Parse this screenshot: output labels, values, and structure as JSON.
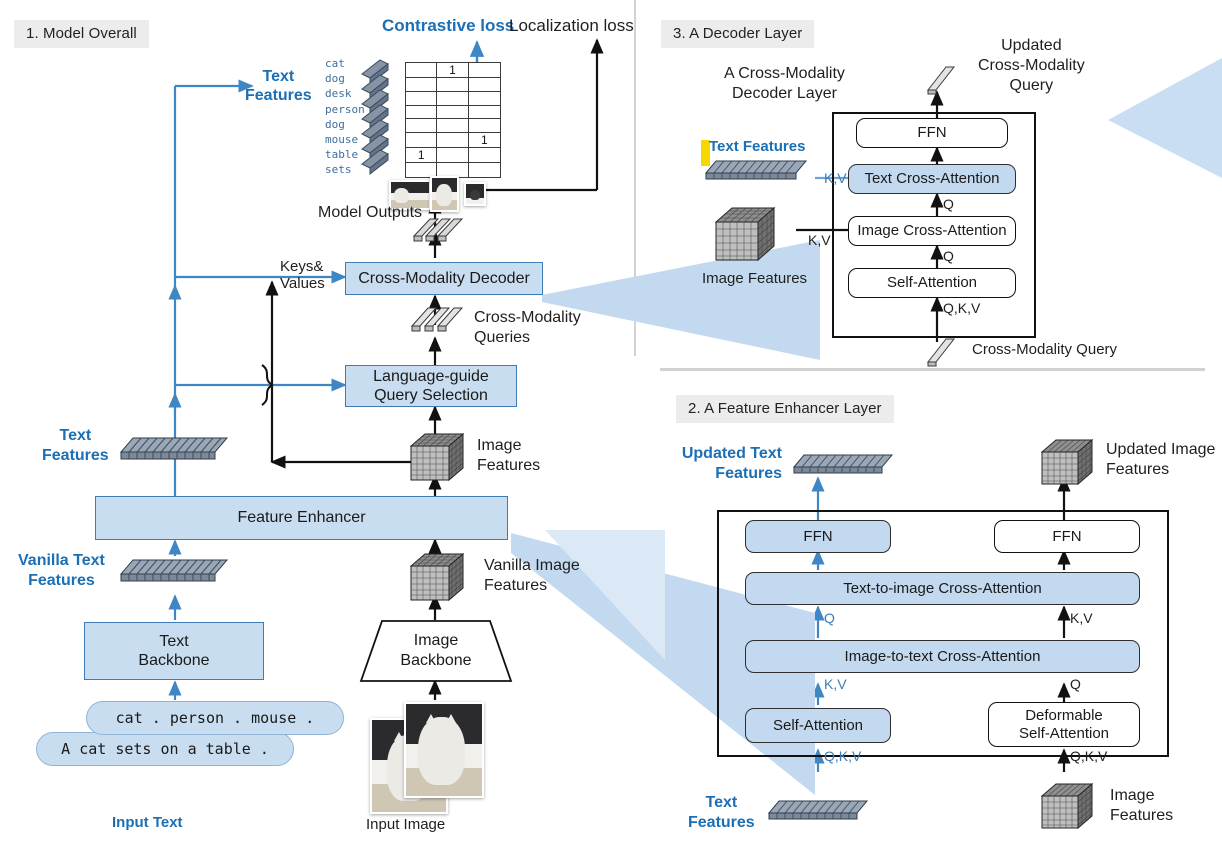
{
  "figure": {
    "title": "GroundingDINO model architecture overview",
    "colors": {
      "accent_blue": "#1c6fb4",
      "box_fill_blue": "#c9ddf0",
      "box_border_blue": "#3f7cb5",
      "wedge_blue": "#c2d9ef",
      "badge_gray": "#ececec",
      "highlight_yellow": "#f5d800",
      "line_black": "#111111"
    }
  },
  "panel1": {
    "badge": "1. Model Overall",
    "losses": {
      "contrastive": "Contrastive loss",
      "localization": "Localization loss"
    },
    "text_features_label": "Text\nFeatures",
    "word_list": [
      "cat",
      "dog",
      "desk",
      "person",
      "dog",
      "mouse",
      "table",
      "sets"
    ],
    "matrix": {
      "rows": 8,
      "cols": 3,
      "marks": [
        {
          "row": 0,
          "col": 1,
          "value": "1"
        },
        {
          "row": 5,
          "col": 2,
          "value": "1"
        },
        {
          "row": 6,
          "col": 0,
          "value": "1"
        }
      ]
    },
    "model_outputs_label": "Model Outputs",
    "cross_modality_decoder": "Cross-Modality Decoder",
    "keys_values_label": "Keys&\nValues",
    "cross_modality_queries_label": "Cross-Modality\nQueries",
    "language_guide_query_selection": "Language-guide\nQuery Selection",
    "image_features_label": "Image\nFeatures",
    "text_features_label_left": "Text\nFeatures",
    "feature_enhancer": "Feature Enhancer",
    "vanilla_text_features_label": "Vanilla Text\nFeatures",
    "vanilla_image_features_label": "Vanilla Image\nFeatures",
    "text_backbone": "Text\nBackbone",
    "image_backbone": "Image\nBackbone",
    "prompt_bubble_top": "cat . person . mouse .",
    "prompt_bubble_bottom": "A cat sets on a table .",
    "input_text_label": "Input Text",
    "input_image_label": "Input Image"
  },
  "panel3": {
    "badge": "3. A Decoder Layer",
    "caption": "A Cross-Modality\nDecoder Layer",
    "updated_query_label": "Updated\nCross-Modality\nQuery",
    "text_features_label": "Text Features",
    "image_features_label": "Image Features",
    "blocks": [
      {
        "label": "FFN",
        "style": "white"
      },
      {
        "label": "Text Cross-Attention",
        "style": "blue"
      },
      {
        "label": "Image Cross-Attention",
        "style": "white"
      },
      {
        "label": "Self-Attention",
        "style": "white"
      }
    ],
    "edge_labels": {
      "text_kv": "K,V",
      "image_kv": "K,V",
      "q_upper": "Q",
      "q_lower": "Q",
      "qkv": "Q,K,V"
    },
    "input_query_label": "Cross-Modality Query"
  },
  "panel2": {
    "badge": "2. A Feature Enhancer Layer",
    "updated_text_features_label": "Updated Text\nFeatures",
    "updated_image_features_label": "Updated Image\nFeatures",
    "text_features_label": "Text\nFeatures",
    "image_features_label": "Image\nFeatures",
    "blocks": {
      "ffn_left": "FFN",
      "ffn_right": "FFN",
      "text_to_image": "Text-to-image Cross-Attention",
      "image_to_text": "Image-to-text Cross-Attention",
      "self_attention": "Self-Attention",
      "deformable_self_attention": "Deformable\nSelf-Attention"
    },
    "edge_labels": {
      "left_q": "Q",
      "left_kv": "K,V",
      "left_qkv": "Q,K,V",
      "right_kv": "K,V",
      "right_q": "Q",
      "right_qkv": "Q,K,V"
    }
  }
}
